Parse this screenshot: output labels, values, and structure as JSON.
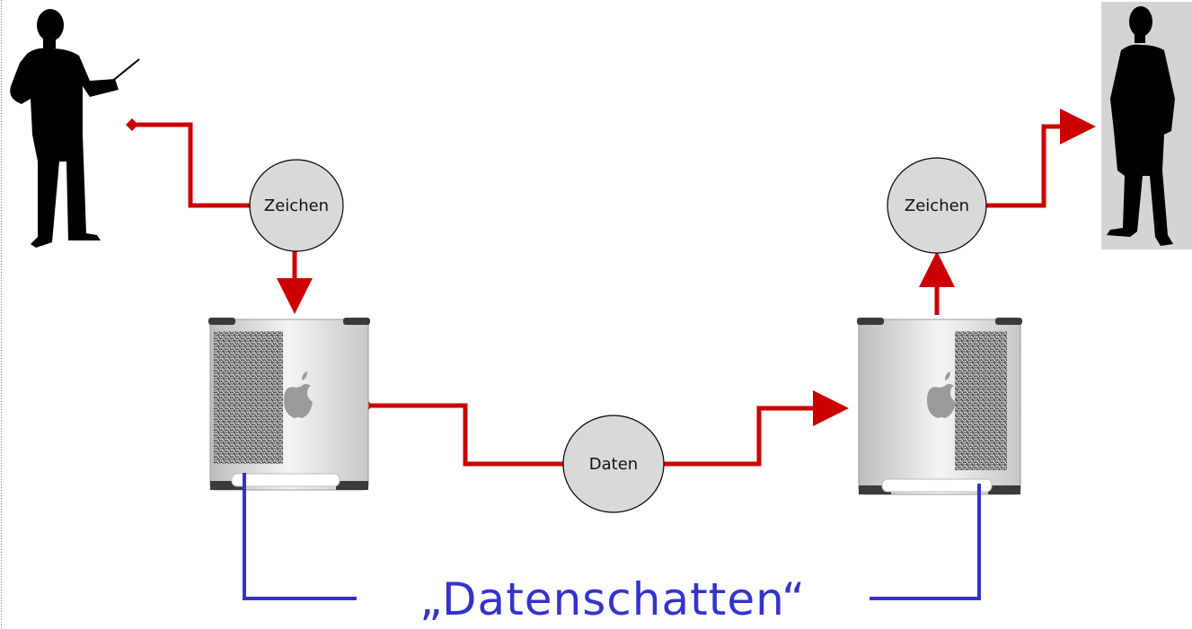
{
  "nodes": {
    "sign_left": "Zeichen",
    "sign_right": "Zeichen",
    "data": "Daten"
  },
  "caption": "„Datenschatten“",
  "colors": {
    "flow_line": "#cc0000",
    "shadow_line": "#3333cc",
    "node_fill": "#d9d9d9",
    "node_stroke": "#000000"
  },
  "icons": {
    "sender": "presenter-silhouette-icon",
    "receiver": "person-silhouette-icon",
    "computer_left": "computer-tower-icon",
    "computer_right": "computer-tower-icon"
  }
}
